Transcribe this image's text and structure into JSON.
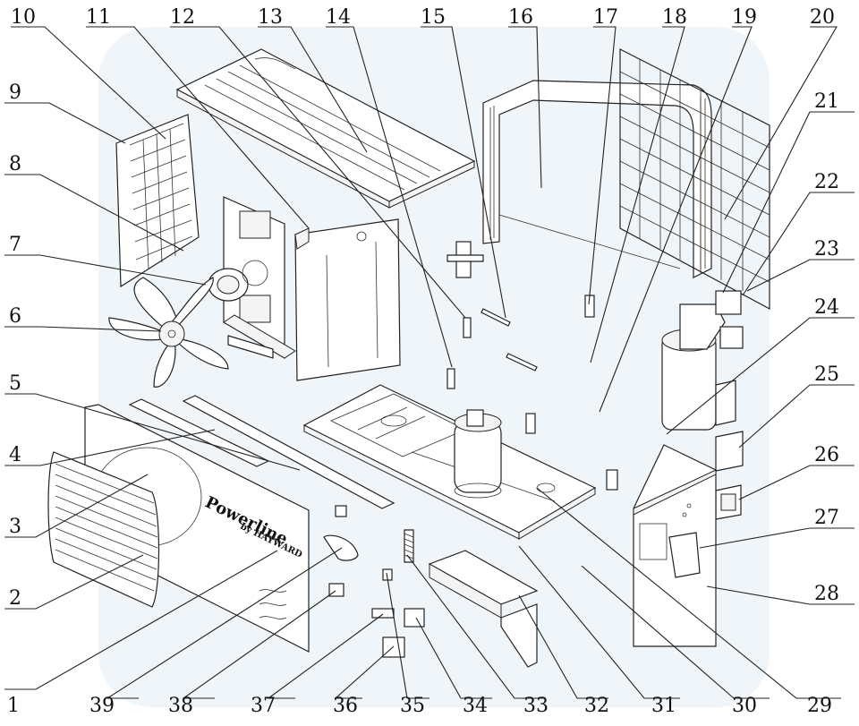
{
  "diagram": {
    "brand_text": "Powerline",
    "brand_sub": "by HAYWARD",
    "callouts": [
      {
        "num": "1"
      },
      {
        "num": "2"
      },
      {
        "num": "3"
      },
      {
        "num": "4"
      },
      {
        "num": "5"
      },
      {
        "num": "6"
      },
      {
        "num": "7"
      },
      {
        "num": "8"
      },
      {
        "num": "9"
      },
      {
        "num": "10"
      },
      {
        "num": "11"
      },
      {
        "num": "12"
      },
      {
        "num": "13"
      },
      {
        "num": "14"
      },
      {
        "num": "15"
      },
      {
        "num": "16"
      },
      {
        "num": "17"
      },
      {
        "num": "18"
      },
      {
        "num": "19"
      },
      {
        "num": "20"
      },
      {
        "num": "21"
      },
      {
        "num": "22"
      },
      {
        "num": "23"
      },
      {
        "num": "24"
      },
      {
        "num": "25"
      },
      {
        "num": "26"
      },
      {
        "num": "27"
      },
      {
        "num": "28"
      },
      {
        "num": "29"
      },
      {
        "num": "30"
      },
      {
        "num": "31"
      },
      {
        "num": "32"
      },
      {
        "num": "33"
      },
      {
        "num": "34"
      },
      {
        "num": "35"
      },
      {
        "num": "36"
      },
      {
        "num": "37"
      },
      {
        "num": "38"
      },
      {
        "num": "39"
      }
    ]
  }
}
